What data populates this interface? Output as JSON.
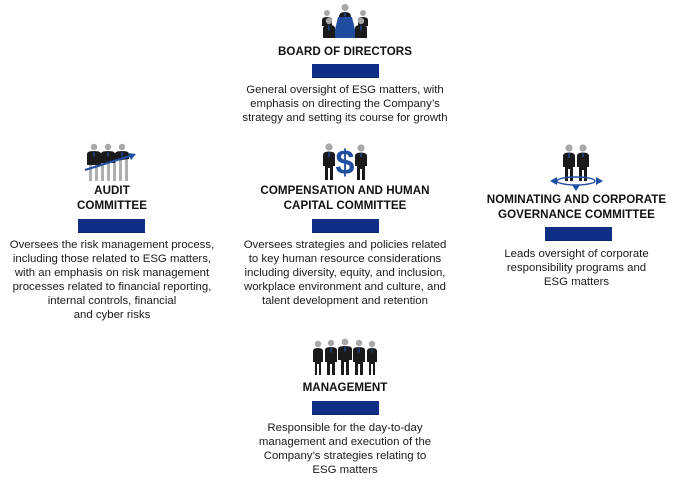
{
  "colors": {
    "accent_bar": "#0f2f86",
    "icon_blue": "#1f4ea0",
    "icon_dark": "#1a1a1a",
    "icon_head": "#a8a8a8"
  },
  "board": {
    "icon": "boardroom-meeting-icon",
    "title": "BOARD OF DIRECTORS",
    "description": [
      "General oversight of ESG matters, with",
      "emphasis on directing the Company’s",
      "strategy and setting its course for growth"
    ]
  },
  "audit": {
    "icon": "team-growth-chart-icon",
    "title": [
      "AUDIT",
      "COMMITTEE"
    ],
    "description": [
      "Oversees the risk management process,",
      "including those related to ESG matters,",
      "with an emphasis on risk management",
      "processes related to financial reporting,",
      "internal controls, financial",
      "and cyber risks"
    ]
  },
  "compensation": {
    "icon": "people-dollar-sign-icon",
    "title": [
      "COMPENSATION AND HUMAN",
      "CAPITAL COMMITTEE"
    ],
    "description": [
      "Oversees strategies and policies related",
      "to key human resource considerations",
      "including diversity, equity, and inclusion,",
      "workplace environment and culture, and",
      "talent development and retention"
    ]
  },
  "nominating": {
    "icon": "people-directional-arrows-icon",
    "title": [
      "NOMINATING AND CORPORATE",
      "GOVERNANCE COMMITTEE"
    ],
    "description": [
      "Leads oversight of corporate",
      "responsibility programs and",
      "ESG matters"
    ]
  },
  "management": {
    "icon": "management-team-icon",
    "title": "MANAGEMENT",
    "description": [
      "Responsible for the day-to-day",
      "management and execution of the",
      "Company’s strategies relating to",
      "ESG matters"
    ]
  }
}
